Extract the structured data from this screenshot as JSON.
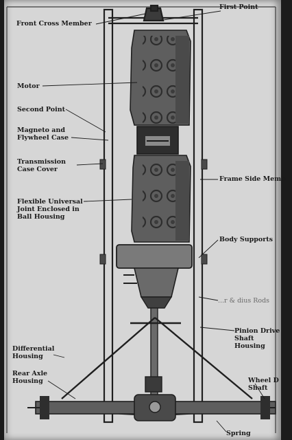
{
  "labels": {
    "first_point": "First Point",
    "front_cross_member": "Front Cross Member",
    "motor": "Motor",
    "second_point": "Second Point",
    "magneto_flywheel_case": "Magneto and Flywheel Case",
    "transmission_case_cover": "Transmission Case Cover",
    "frame_side_member": "Frame Side Memb",
    "flexible_universal_joint": "Flexible Universal Joint Enclosed in Ball Housing",
    "body_supports": "Body Supports",
    "faded_label": "...r & dius Rods",
    "pinion_drive_shaft_housing": "Pinion Drive Shaft Housing",
    "differential_housing": "Differential Housing",
    "rear_axle_housing": "Rear Axle Housing",
    "wheel_drive_shaft": "Wheel D Shaft",
    "spring": "Spring"
  },
  "colors": {
    "paper": "#d6d6d6",
    "ink": "#1a1a1a",
    "background": "#1b1b1b"
  }
}
